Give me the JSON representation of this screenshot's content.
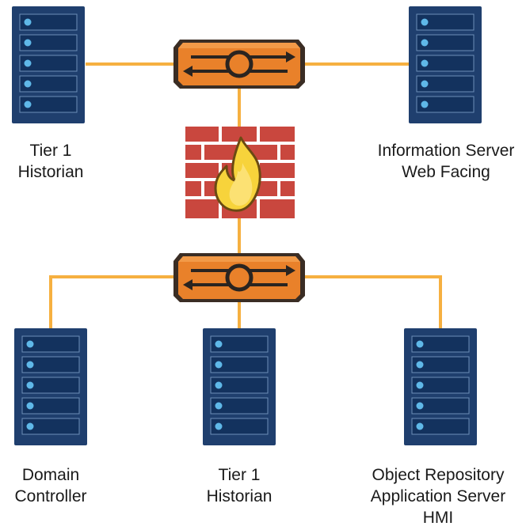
{
  "colors": {
    "link": "#F6B040",
    "server_body": "#1F3F6E",
    "server_slot": "#13325E",
    "server_led": "#5FB8E8",
    "switch_orange": "#E9812A",
    "switch_dark": "#3A2D24",
    "brick": "#C9473E",
    "mortar": "#FFFFFF",
    "flame_fill": "#F7D33B",
    "flame_outline": "#6B4A12"
  },
  "icons": {
    "server": "server-rack-icon",
    "switch": "network-switch-icon",
    "firewall": "firewall-icon"
  },
  "nodes": {
    "top_left": {
      "lines": [
        "Tier 1",
        "Historian"
      ]
    },
    "top_right": {
      "lines": [
        "Information Server",
        "Web Facing"
      ]
    },
    "bottom_left": {
      "lines": [
        "Domain",
        "Controller"
      ]
    },
    "bottom_center": {
      "lines": [
        "Tier 1",
        "Historian"
      ]
    },
    "bottom_right": {
      "lines": [
        "Object Repository",
        "Application Server",
        "HMI"
      ]
    }
  }
}
